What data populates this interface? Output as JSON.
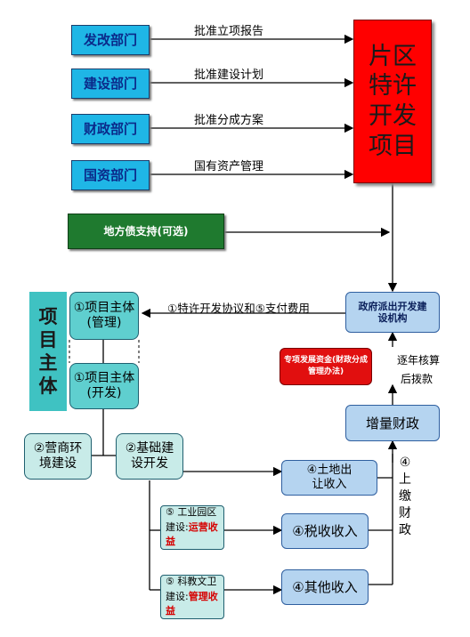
{
  "departments": [
    {
      "name": "发改部门",
      "action": "批准立项报告"
    },
    {
      "name": "建设部门",
      "action": "批准建设计划"
    },
    {
      "name": "财政部门",
      "action": "批准分成方案"
    },
    {
      "name": "国资部门",
      "action": "国有资产管理"
    }
  ],
  "project": {
    "title": "片区特许开发项目"
  },
  "local_debt": "地方债支持(可选)",
  "gov_agency": "政府派出开发建设机构",
  "agreement": "①特许开发协议和⑤支付费用",
  "subject": {
    "title": "项目主体",
    "manage": "①项目主体(管理)",
    "develop": "①项目主体(开发)"
  },
  "special_fund": "专项发展资金(财政分成管理办法)",
  "yearly": {
    "line1": "逐年核算",
    "line2": "后拨款"
  },
  "incremental_finance": "增量财政",
  "business_env": "②营商环境建设",
  "infrastructure": "②基础建设开发",
  "land_revenue": "④土地出让收入",
  "upper_finance": "④上缴财政",
  "industrial_park": {
    "prefix": "⑤ 工业园区建设:",
    "highlight": "运营收益"
  },
  "tax_revenue": "④税收收入",
  "sci_edu": {
    "prefix": "⑤ 科教文卫建设:",
    "highlight": "管理收益"
  },
  "other_revenue": "④其他收入"
}
